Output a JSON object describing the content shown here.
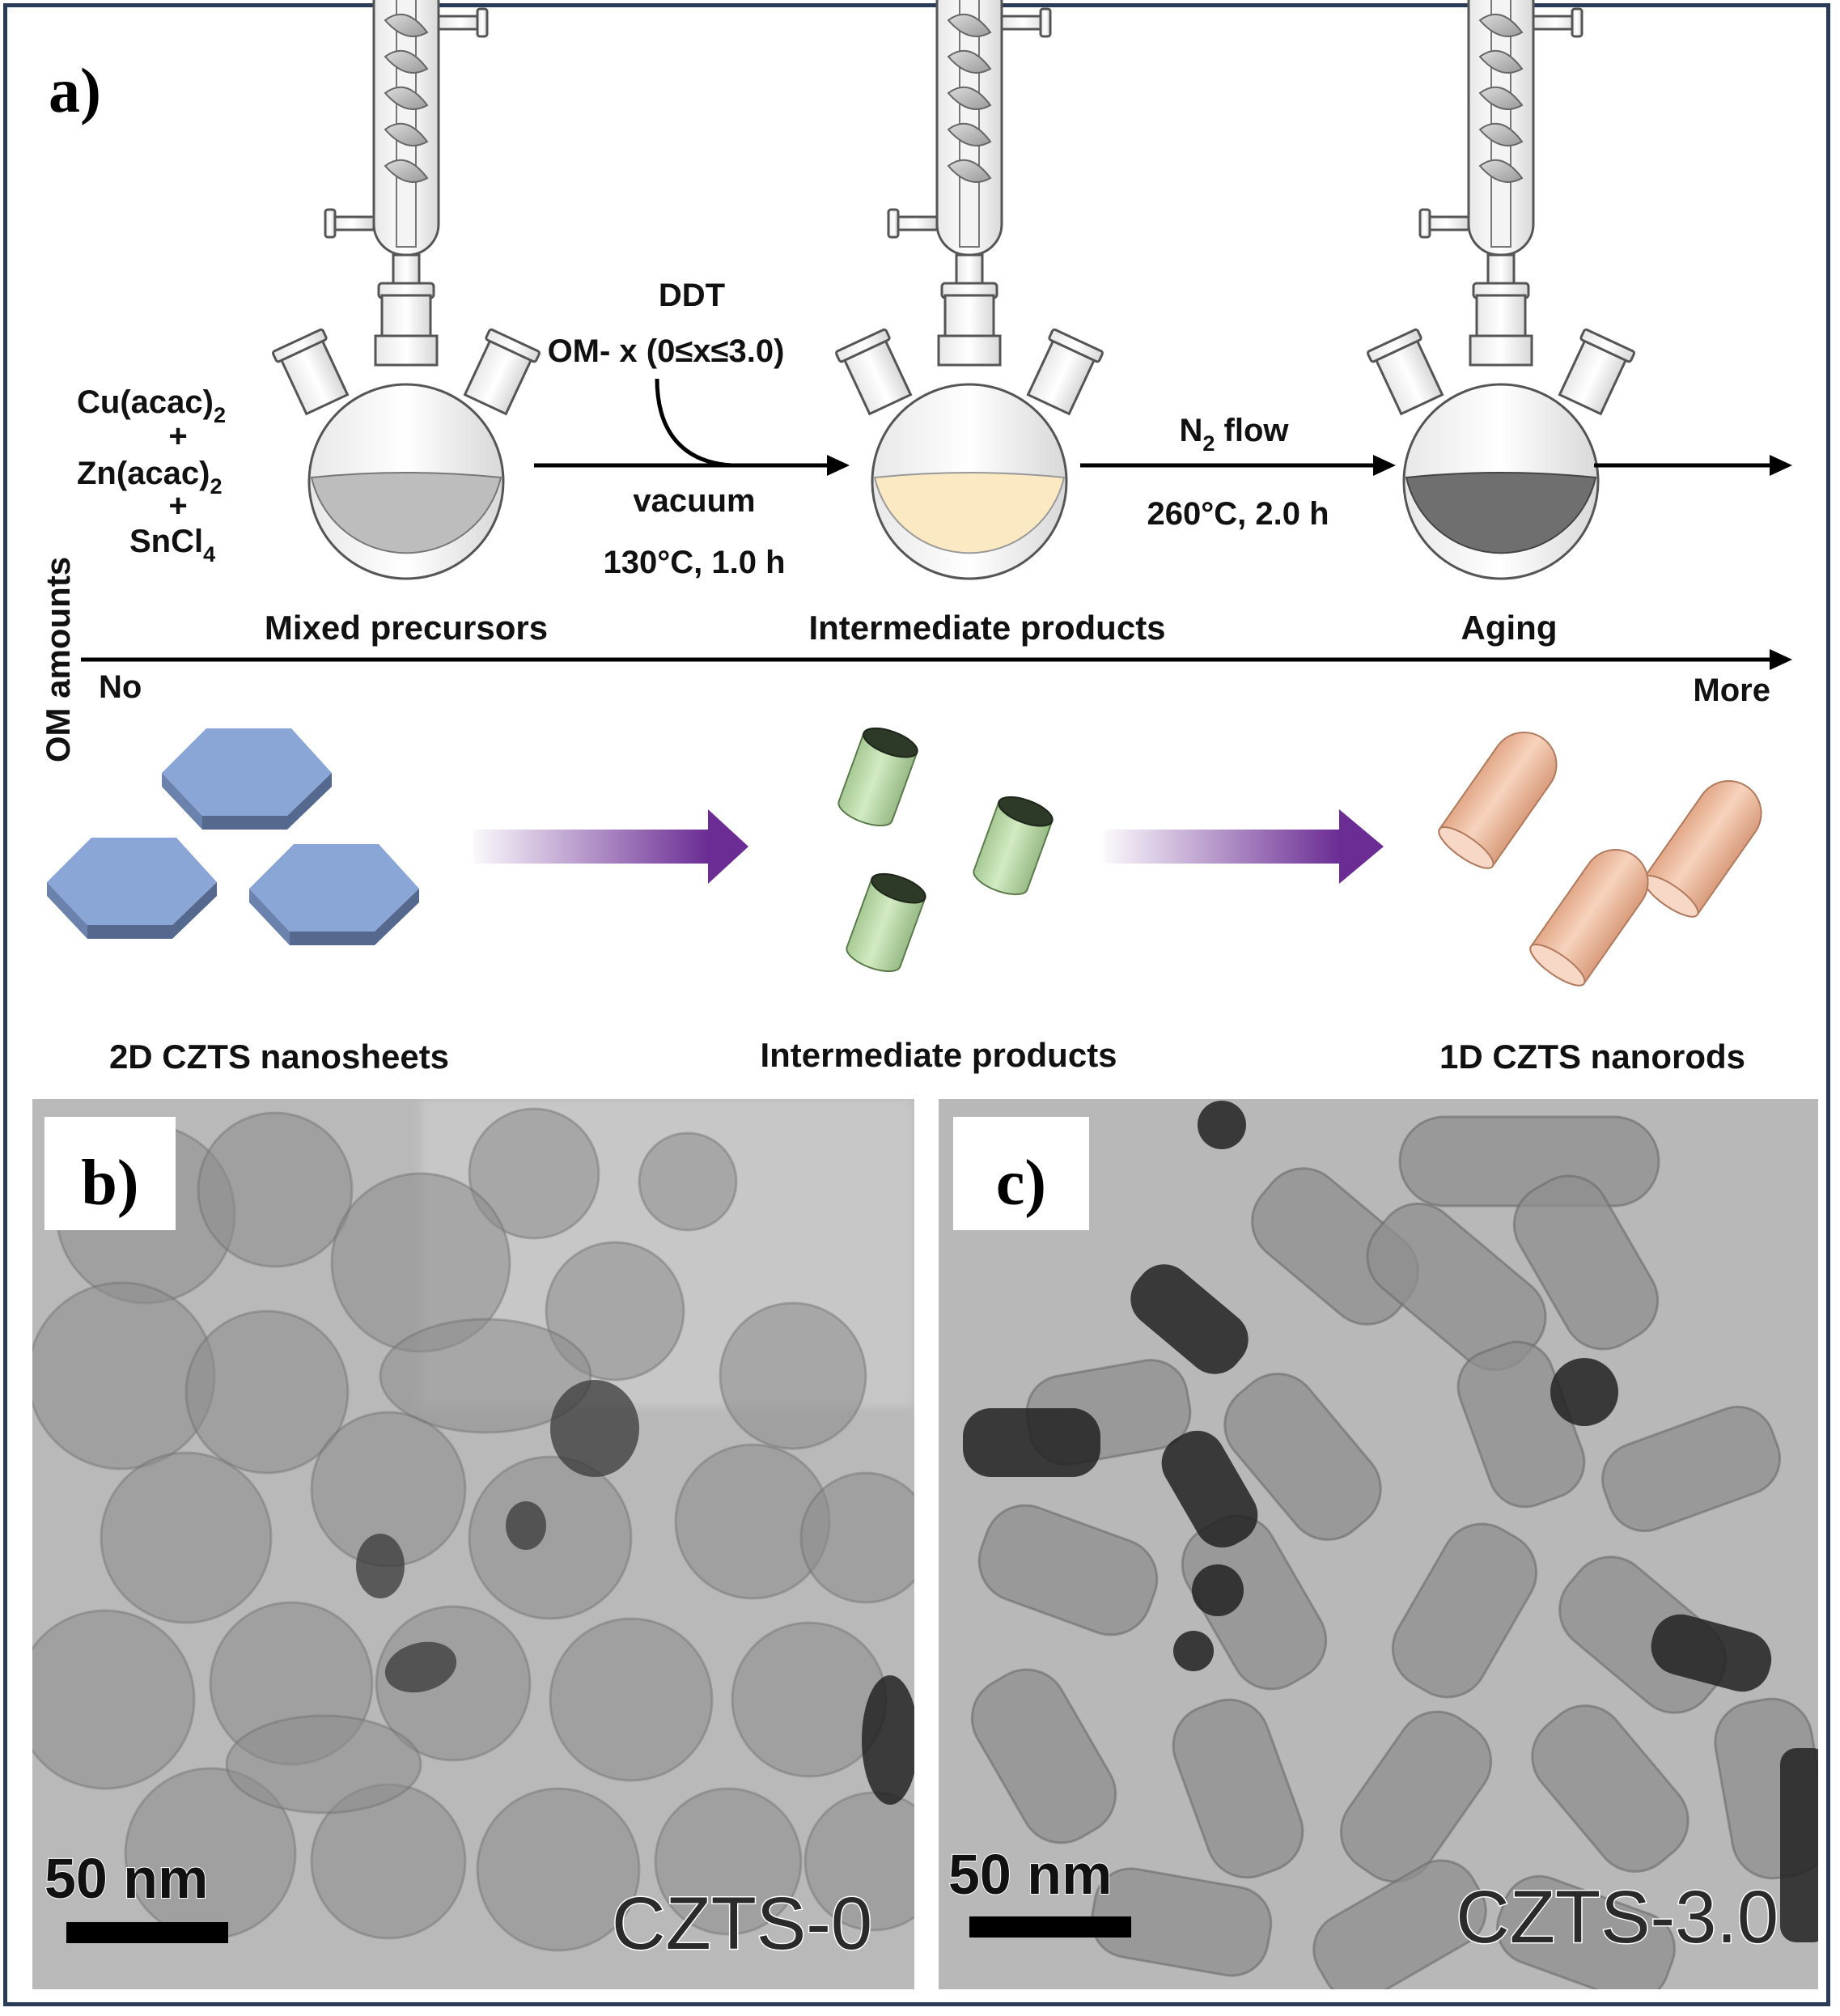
{
  "panel_a": {
    "label": "a)",
    "reagents": {
      "line1_main": "Cu(acac)",
      "line1_sub": "2",
      "plus1": "+",
      "line2_main": "Zn(acac)",
      "line2_sub": "2",
      "plus2": "+",
      "line3_main": "SnCl",
      "line3_sub": "4"
    },
    "step1": {
      "above_1": "DDT",
      "above_2": "OM- x (0≤x≤3.0)",
      "below_1": "vacuum",
      "below_2": "130°C, 1.0 h"
    },
    "step2": {
      "above_main": "N",
      "above_sub": "2",
      "above_rest": " flow",
      "below": "260°C, 2.0 h"
    },
    "flask_labels": [
      "Mixed precursors",
      "Intermediate products",
      "Aging"
    ],
    "axis": {
      "vertical_label": "OM amounts",
      "left": "No",
      "right": "More"
    },
    "shape_labels": [
      "2D CZTS nanosheets",
      "Intermediate products",
      "1D CZTS nanorods"
    ],
    "colors": {
      "nanosheet": "#8aa6d6",
      "cylinder": "#bfdcab",
      "nanorod": "#f2c4a8",
      "arrow": "#6b2d94",
      "frame": "#2a3b57"
    }
  },
  "panel_b": {
    "label": "b)",
    "scale_text": "50 nm",
    "sample": "CZTS-0"
  },
  "panel_c": {
    "label": "c)",
    "scale_text": "50 nm",
    "sample": "CZTS-3.0"
  }
}
